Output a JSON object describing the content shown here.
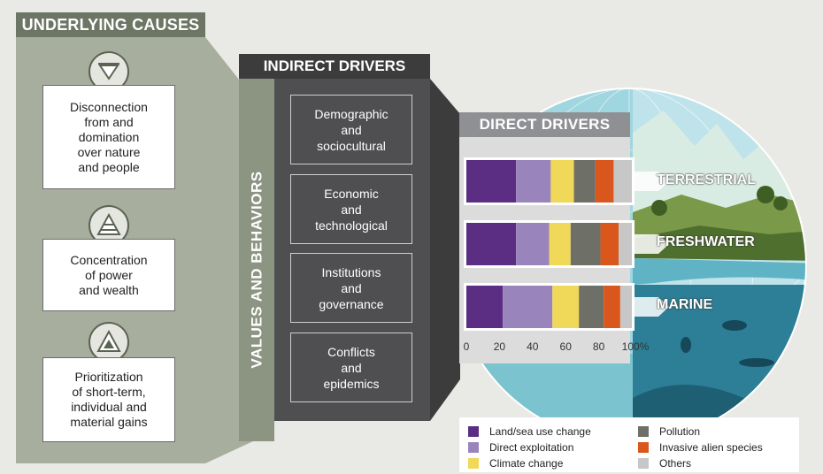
{
  "underlying_causes": {
    "title": "UNDERLYING CAUSES",
    "items": [
      {
        "icon": "inverted-triangle-icon",
        "text": "Disconnection\nfrom and\ndomination\nover nature\nand people"
      },
      {
        "icon": "stacked-pyramid-icon",
        "text": "Concentration\nof power\nand wealth"
      },
      {
        "icon": "triangle-icon",
        "text": "Prioritization\nof short-term,\nindividual and\nmaterial gains"
      }
    ]
  },
  "values_and_behaviors": {
    "label": "VALUES AND BEHAVIORS"
  },
  "indirect_drivers": {
    "title": "INDIRECT DRIVERS",
    "items": [
      {
        "text": "Demographic\nand\nsociocultural"
      },
      {
        "text": "Economic\nand\ntechnological"
      },
      {
        "text": "Institutions\nand\ngovernance"
      },
      {
        "text": "Conflicts\nand\nepidemics"
      }
    ]
  },
  "direct_drivers": {
    "title": "DIRECT DRIVERS",
    "chart_data": {
      "type": "bar",
      "orientation": "horizontal",
      "stacked": true,
      "categories": [
        "TERRESTRIAL",
        "FRESHWATER",
        "MARINE"
      ],
      "series": [
        {
          "name": "Land/sea use change",
          "color": "#5b2e84",
          "values": [
            30,
            30,
            22
          ]
        },
        {
          "name": "Direct exploitation",
          "color": "#9a84bc",
          "values": [
            21,
            20,
            30
          ]
        },
        {
          "name": "Climate change",
          "color": "#f0d858",
          "values": [
            14,
            13,
            16
          ]
        },
        {
          "name": "Pollution",
          "color": "#6e6f67",
          "values": [
            13,
            18,
            15
          ]
        },
        {
          "name": "Invasive alien species",
          "color": "#d9571d",
          "values": [
            11,
            11,
            10
          ]
        },
        {
          "name": "Others",
          "color": "#c7c7c7",
          "values": [
            11,
            8,
            7
          ]
        }
      ],
      "x_ticks": [
        "0",
        "20",
        "40",
        "60",
        "80",
        "100%"
      ],
      "xlim": [
        0,
        100
      ]
    }
  }
}
